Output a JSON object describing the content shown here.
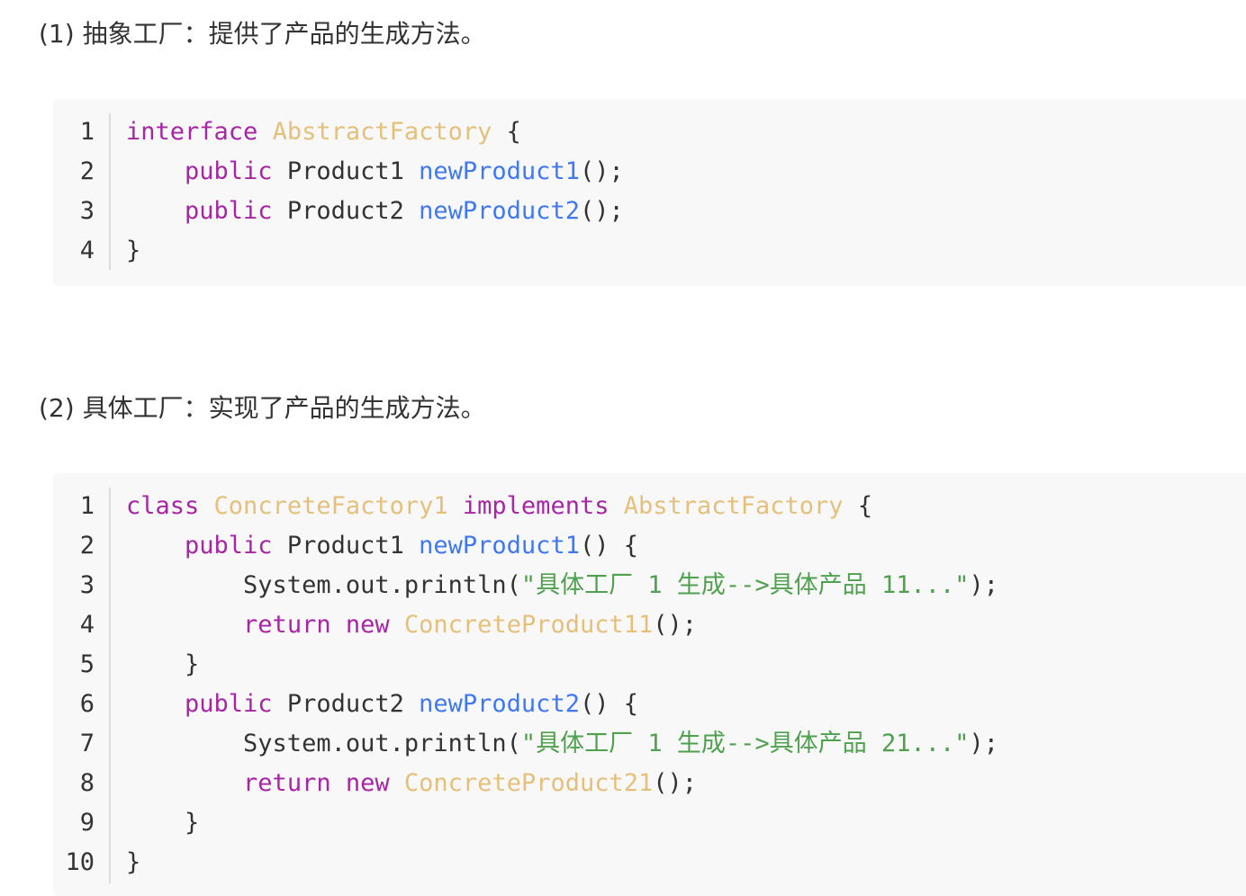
{
  "headings": [
    "(1) 抽象工厂：提供了产品的生成方法。",
    "(2) 具体工厂：实现了产品的生成方法。"
  ],
  "blocks": [
    {
      "lines": [
        {
          "n": "1",
          "tokens": [
            [
              "kw",
              "interface"
            ],
            [
              "pl",
              " "
            ],
            [
              "cls",
              "AbstractFactory"
            ],
            [
              "pl",
              " {"
            ]
          ]
        },
        {
          "n": "2",
          "tokens": [
            [
              "pl",
              "    "
            ],
            [
              "kw",
              "public"
            ],
            [
              "pl",
              " Product1 "
            ],
            [
              "fn",
              "newProduct1"
            ],
            [
              "pl",
              "();"
            ]
          ]
        },
        {
          "n": "3",
          "tokens": [
            [
              "pl",
              "    "
            ],
            [
              "kw",
              "public"
            ],
            [
              "pl",
              " Product2 "
            ],
            [
              "fn",
              "newProduct2"
            ],
            [
              "pl",
              "();"
            ]
          ]
        },
        {
          "n": "4",
          "tokens": [
            [
              "pl",
              "}"
            ]
          ]
        }
      ]
    },
    {
      "lines": [
        {
          "n": "1",
          "tokens": [
            [
              "kw",
              "class"
            ],
            [
              "pl",
              " "
            ],
            [
              "cls",
              "ConcreteFactory1"
            ],
            [
              "pl",
              " "
            ],
            [
              "kw",
              "implements"
            ],
            [
              "pl",
              " "
            ],
            [
              "cls",
              "AbstractFactory"
            ],
            [
              "pl",
              " {"
            ]
          ]
        },
        {
          "n": "2",
          "tokens": [
            [
              "pl",
              "    "
            ],
            [
              "kw",
              "public"
            ],
            [
              "pl",
              " Product1 "
            ],
            [
              "fn",
              "newProduct1"
            ],
            [
              "pl",
              "() {"
            ]
          ]
        },
        {
          "n": "3",
          "tokens": [
            [
              "pl",
              "        System.out.println("
            ],
            [
              "str",
              "\"具体工厂 1 生成-->具体产品 11...\""
            ],
            [
              "pl",
              ");"
            ]
          ]
        },
        {
          "n": "4",
          "tokens": [
            [
              "pl",
              "        "
            ],
            [
              "kw",
              "return"
            ],
            [
              "pl",
              " "
            ],
            [
              "kw",
              "new"
            ],
            [
              "pl",
              " "
            ],
            [
              "cls",
              "ConcreteProduct11"
            ],
            [
              "pl",
              "();"
            ]
          ]
        },
        {
          "n": "5",
          "tokens": [
            [
              "pl",
              "    }"
            ]
          ]
        },
        {
          "n": "6",
          "tokens": [
            [
              "pl",
              "    "
            ],
            [
              "kw",
              "public"
            ],
            [
              "pl",
              " Product2 "
            ],
            [
              "fn",
              "newProduct2"
            ],
            [
              "pl",
              "() {"
            ]
          ]
        },
        {
          "n": "7",
          "tokens": [
            [
              "pl",
              "        System.out.println("
            ],
            [
              "str",
              "\"具体工厂 1 生成-->具体产品 21...\""
            ],
            [
              "pl",
              ");"
            ]
          ]
        },
        {
          "n": "8",
          "tokens": [
            [
              "pl",
              "        "
            ],
            [
              "kw",
              "return"
            ],
            [
              "pl",
              " "
            ],
            [
              "kw",
              "new"
            ],
            [
              "pl",
              " "
            ],
            [
              "cls",
              "ConcreteProduct21"
            ],
            [
              "pl",
              "();"
            ]
          ]
        },
        {
          "n": "9",
          "tokens": [
            [
              "pl",
              "    }"
            ]
          ]
        },
        {
          "n": "10",
          "tokens": [
            [
              "pl",
              "}"
            ]
          ]
        }
      ]
    }
  ],
  "colors": {
    "keyword": "#a626a4",
    "class_name": "#e5c07b",
    "function": "#4078f2",
    "string": "#50a14f",
    "plain": "#333333",
    "code_bg": "#f8f8f8"
  }
}
